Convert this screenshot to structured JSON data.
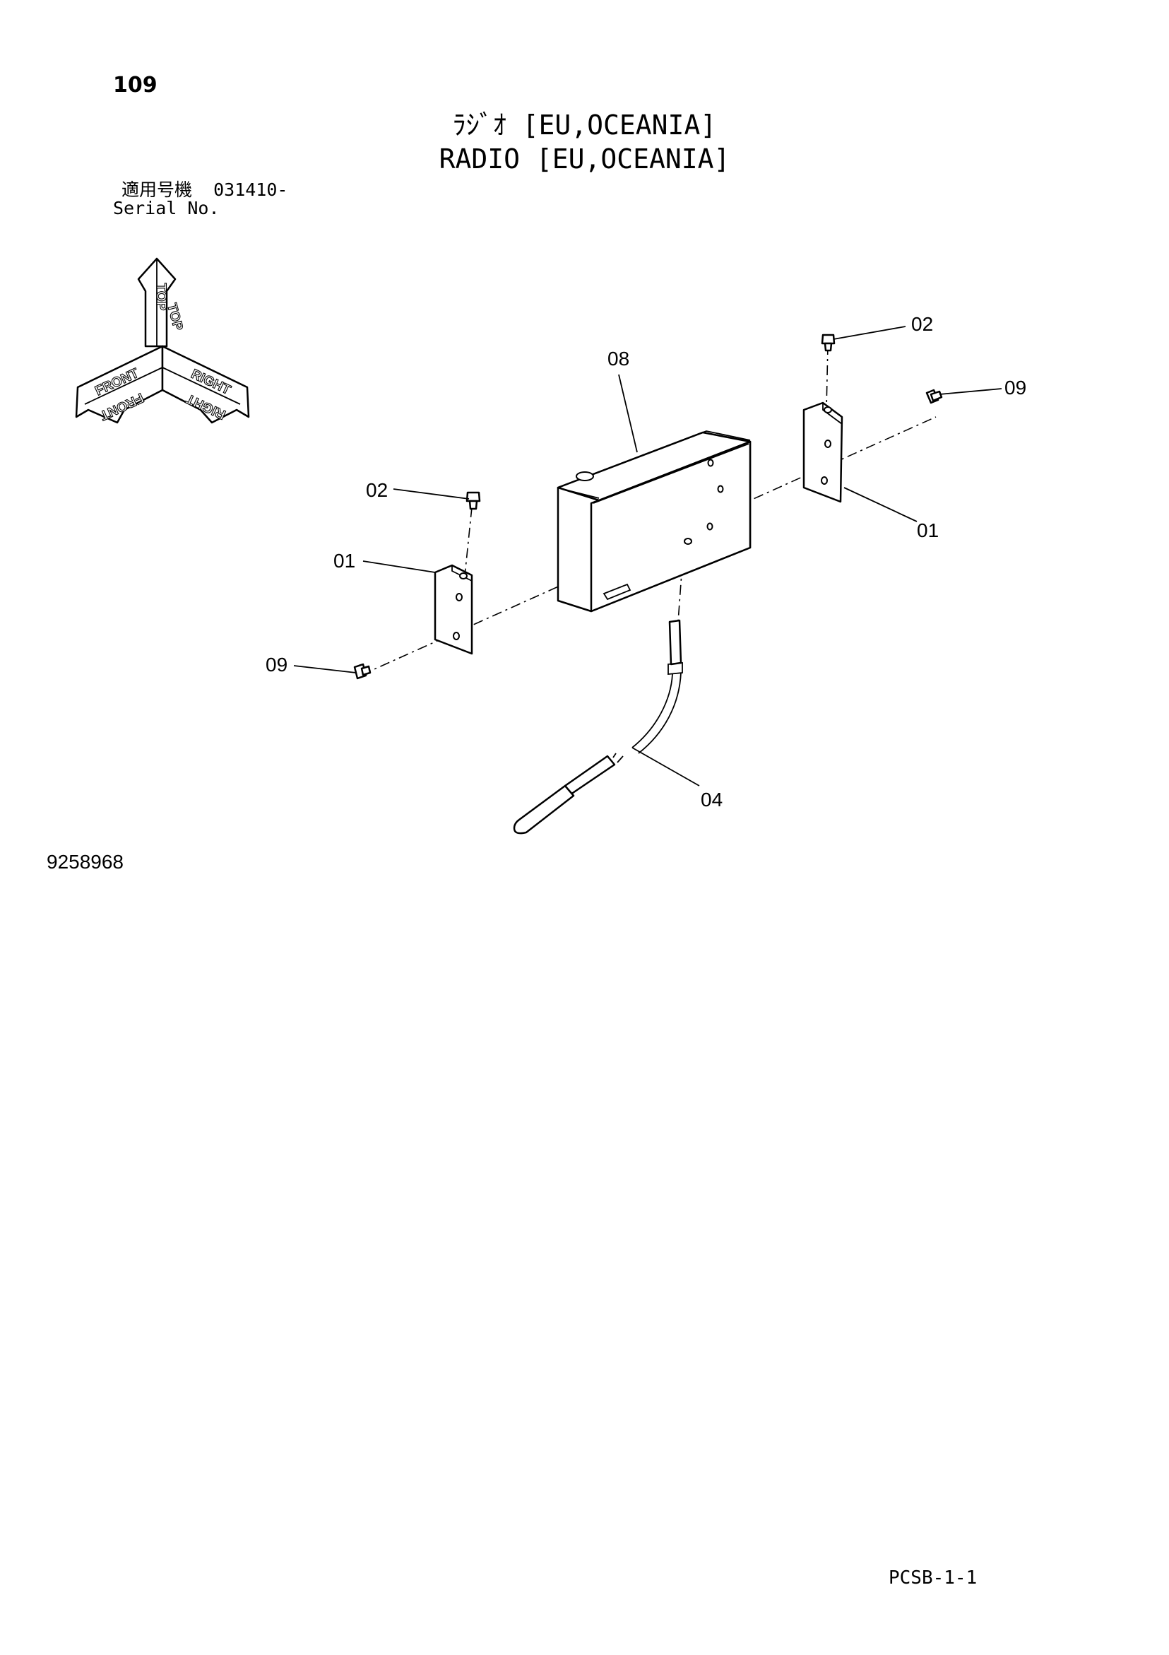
{
  "page_number": "109",
  "title_jp": "ﾗｼﾞｵ [EU,OCEANIA]",
  "title_en": "RADIO [EU,OCEANIA]",
  "serial_jp": "適用号機  031410-",
  "serial_en": "Serial No.",
  "drawing_number": "9258968",
  "page_code": "PCSB-1-1",
  "orientation": {
    "top": "TOP",
    "front": "FRONT",
    "right": "RIGHT"
  },
  "callouts": {
    "bracket_right": "01",
    "bracket_left": "01",
    "screw_right": "02",
    "screw_left": "02",
    "antenna": "04",
    "radio": "08",
    "bolt_right": "09",
    "bolt_left": "09"
  }
}
